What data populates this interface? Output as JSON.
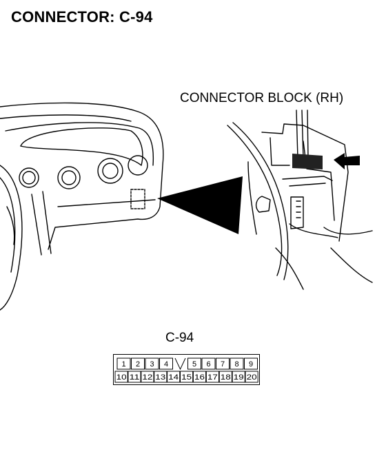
{
  "header": {
    "title": "CONNECTOR: C-94"
  },
  "illustration": {
    "block_label": "CONNECTOR BLOCK (RH)"
  },
  "connector": {
    "label": "C-94",
    "top_row": [
      "1",
      "2",
      "3",
      "4",
      "",
      "5",
      "6",
      "7",
      "8",
      "9"
    ],
    "bottom_row": [
      "10",
      "11",
      "12",
      "13",
      "14",
      "15",
      "16",
      "17",
      "18",
      "19",
      "20"
    ]
  }
}
